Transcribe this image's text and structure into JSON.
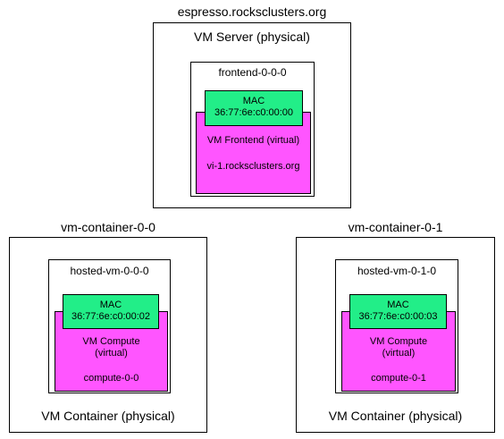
{
  "server": {
    "hostname": "espresso.rocksclusters.org",
    "box_label": "VM Server (physical)",
    "vm_name": "frontend-0-0-0",
    "mac_title": "MAC",
    "mac_address": "36:77:6e:c0:00:00",
    "vm_type": "VM Frontend (virtual)",
    "vm_host": "vi-1.rocksclusters.org"
  },
  "containers": [
    {
      "hostname": "vm-container-0-0",
      "box_label": "VM Container (physical)",
      "vm_name": "hosted-vm-0-0-0",
      "mac_title": "MAC",
      "mac_address": "36:77:6e:c0:00:02",
      "vm_type_line1": "VM Compute",
      "vm_type_line2": "(virtual)",
      "vm_host": "compute-0-0"
    },
    {
      "hostname": "vm-container-0-1",
      "box_label": "VM Container (physical)",
      "vm_name": "hosted-vm-0-1-0",
      "mac_title": "MAC",
      "mac_address": "36:77:6e:c0:00:03",
      "vm_type_line1": "VM Compute",
      "vm_type_line2": "(virtual)",
      "vm_host": "compute-0-1"
    }
  ],
  "colors": {
    "virtual_machine": "#ff55ff",
    "mac_box": "#22ee88",
    "border": "#000000"
  }
}
